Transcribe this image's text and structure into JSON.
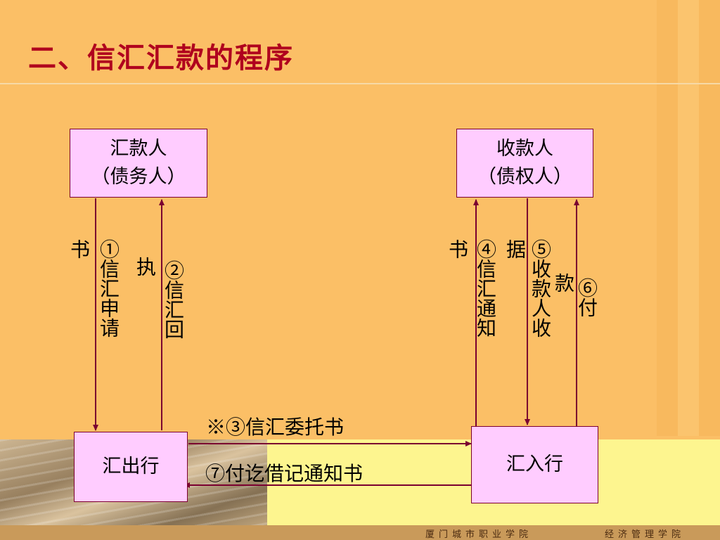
{
  "title": "二、信汇汇款的程序",
  "nodes": {
    "remitter": {
      "line1": "汇款人",
      "line2": "（债务人）"
    },
    "payee": {
      "line1": "收款人",
      "line2": "（债权人）"
    },
    "remitting_bank": {
      "label": "汇出行"
    },
    "paying_bank": {
      "label": "汇入行"
    }
  },
  "steps": {
    "s1a": "①信汇申请",
    "s1b": "书",
    "s2a": "②信汇回",
    "s2b": "执",
    "s3": "※③信汇委托书",
    "s4a": "④信汇通知",
    "s4b": "书",
    "s5a": "⑤收款人收",
    "s5b": "据",
    "s6": "⑥付",
    "s6b": "款",
    "s7": "⑦付讫借记通知书"
  },
  "footer": {
    "left": "厦门城市职业学院",
    "right": "经济管理学院"
  },
  "colors": {
    "title": "#b0001e",
    "arrow": "#7a0030",
    "box": "#ffccff",
    "background": "#fbbf66"
  }
}
